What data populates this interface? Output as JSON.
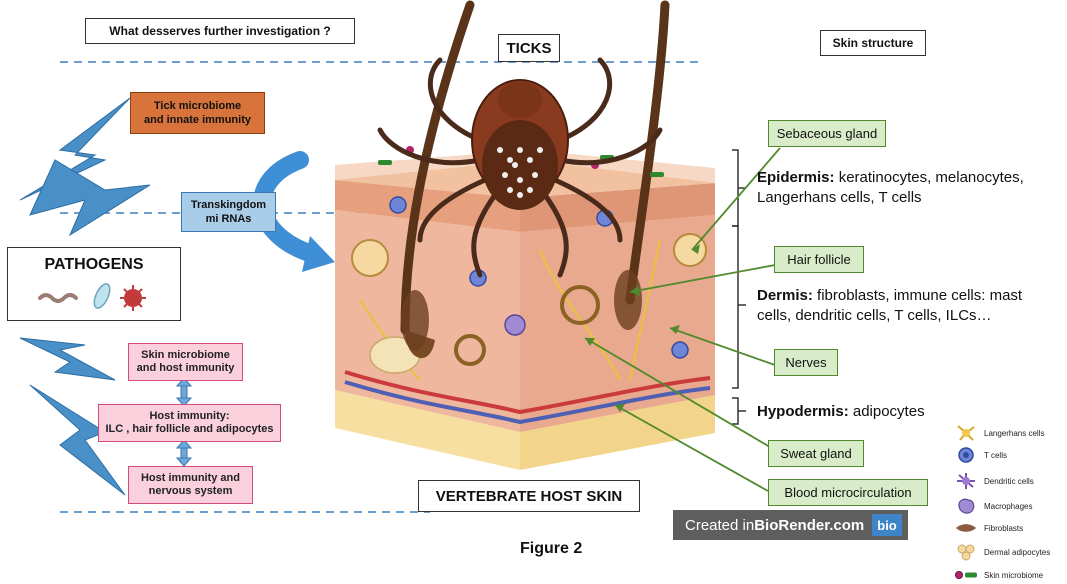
{
  "header": {
    "question": "What desserves further investigation ?",
    "skin_structure": "Skin structure",
    "ticks": "TICKS"
  },
  "left": {
    "tick_box": "Tick microbiome\nand innate immunity",
    "transkingdom": "Transkingdom\nmi RNAs",
    "pathogens": "PATHOGENS",
    "pink1": "Skin microbiome\nand host immunity",
    "pink2": "Host immunity:\nILC , hair follicle and adipocytes",
    "pink3": "Host immunity and\nnervous system"
  },
  "center": {
    "host_skin": "VERTEBRATE HOST SKIN",
    "figure": "Figure 2",
    "biorender_text": "Created in ",
    "biorender_brand": "BioRender.com",
    "biorender_logo": "bio"
  },
  "labels": {
    "sebaceous": "Sebaceous gland",
    "hair": "Hair follicle",
    "nerves": "Nerves",
    "sweat": "Sweat gland",
    "blood": "Blood microcirculation"
  },
  "layers": {
    "epidermis_title": "Epidermis:",
    "epidermis_text": " keratinocytes, melanocytes, Langerhans cells, T cells",
    "dermis_title": "Dermis:",
    "dermis_text": " fibroblasts, immune cells: mast cells, dendritic cells, T cells, ILCs…",
    "hypodermis_title": "Hypodermis:",
    "hypodermis_text": " adipocytes"
  },
  "legend": [
    {
      "label": "Langerhans cells",
      "icon": "langerhans-cell-icon"
    },
    {
      "label": "T cells",
      "icon": "t-cell-icon"
    },
    {
      "label": "Dendritic cells",
      "icon": "dendritic-cell-icon"
    },
    {
      "label": "Macrophages",
      "icon": "macrophage-icon"
    },
    {
      "label": "Fibroblasts",
      "icon": "fibroblast-icon"
    },
    {
      "label": "Dermal adipocytes",
      "icon": "adipocyte-icon"
    },
    {
      "label": "Skin microbiome",
      "icon": "microbiome-icon"
    }
  ],
  "colors": {
    "tick_box": "#d8743b",
    "transkingdom_box": "#a9cde8",
    "pink_box": "#f9d0dc",
    "green_box": "#d9ecc9",
    "arrow_blue": "#3f8fd6",
    "lightning_blue": "#4a90c8"
  }
}
